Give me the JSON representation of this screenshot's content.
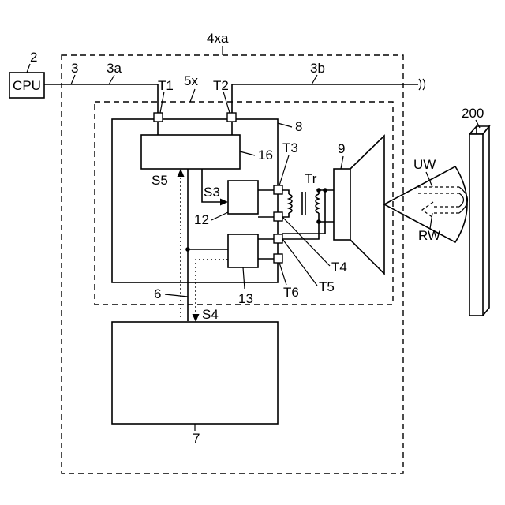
{
  "labels": {
    "cpu_num": "2",
    "cpu": "CPU",
    "line3": "3",
    "line3a": "3a",
    "line3b": "3b",
    "outer": "4xa",
    "inner": "5x",
    "t1": "T1",
    "t2": "T2",
    "t3": "T3",
    "t4": "T4",
    "t5": "T5",
    "t6": "T6",
    "block8": "8",
    "speaker9": "9",
    "tr": "Tr",
    "block16": "16",
    "s5": "S5",
    "s3": "S3",
    "block12": "12",
    "block13": "13",
    "line6": "6",
    "s4": "S4",
    "block7": "7",
    "target200": "200",
    "uw": "UW",
    "rw": "RW"
  }
}
